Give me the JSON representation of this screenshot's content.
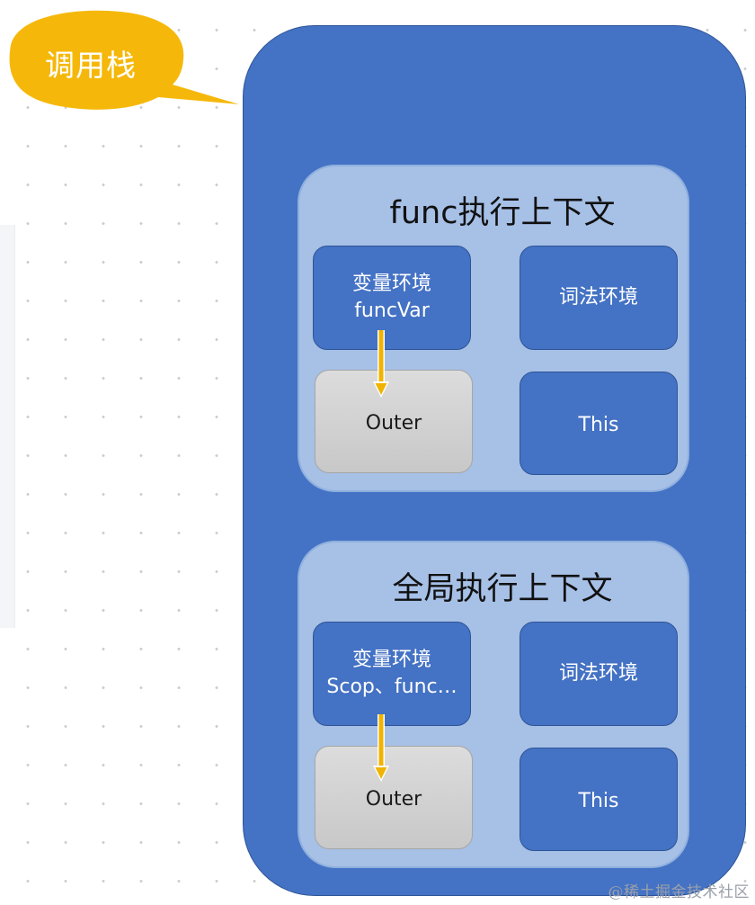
{
  "callout": {
    "label": "调用栈"
  },
  "contexts": [
    {
      "title": "func执行上下文",
      "variable_env": {
        "title": "变量环境",
        "content": "funcVar"
      },
      "lexical_env": "词法环境",
      "outer": "Outer",
      "this": "This"
    },
    {
      "title": "全局执行上下文",
      "variable_env": {
        "title": "变量环境",
        "content": "Scop、func…"
      },
      "lexical_env": "词法环境",
      "outer": "Outer",
      "this": "This"
    }
  ],
  "watermark": "@稀土掘金技术社区",
  "colors": {
    "stack": "#4472c4",
    "context": "#a6c0e6",
    "callout": "#f5b80a",
    "outer_box": "#d0d0d0",
    "arrow": "#f0b400"
  }
}
